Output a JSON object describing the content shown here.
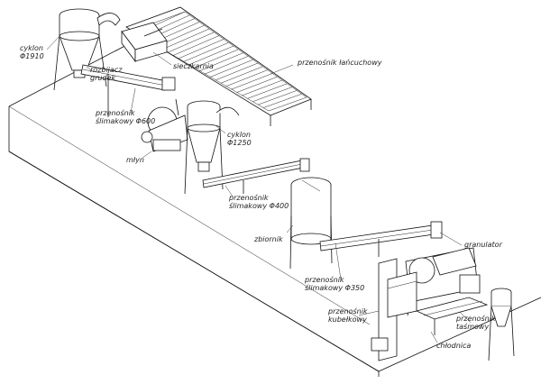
{
  "labels": {
    "cyklon1910": "cyklon\nΦ1910",
    "rozbijacz": "rozbijacz\ngrudek",
    "sieczkarnia": "sieczkarnia",
    "przenosnik_lancuchowy": "przenośnik łańcuchowy",
    "przenosnik600": "przenośnik\nślimakowy Φ600",
    "cyklon1250": "cyklon\nΦ1250",
    "mlyn": "młyn",
    "przenosnik400": "przenośnik\nślimakowy Φ400",
    "zbiornik": "zbiornik",
    "granulator": "granulator",
    "przenosnik350": "przenośnik\nślimakowy Φ350",
    "przenosnik_kubelkowy": "przenośnik\nkubełkowy",
    "przenosnik_tasmowy": "przenośnik\ntaśmowy",
    "chlodnica": "chłodnica"
  }
}
